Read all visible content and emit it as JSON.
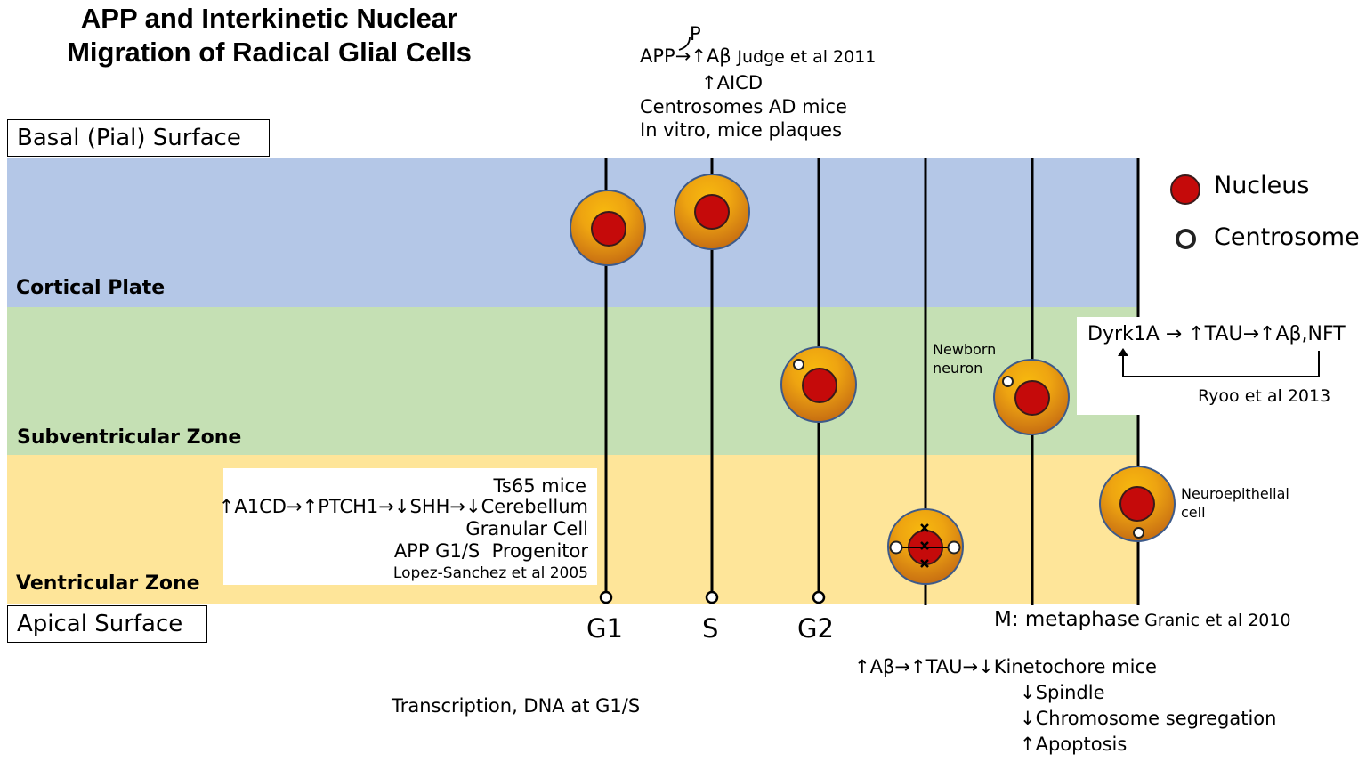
{
  "title_line1": "APP and Interkinetic Nuclear",
  "title_line2": "Migration of Radical Glial Cells",
  "basal_surface": "Basal (Pial) Surface",
  "apical_surface": "Apical Surface",
  "zones": {
    "cortical_plate": "Cortical Plate",
    "subventricular": "Subventricular Zone",
    "ventricular": "Ventricular Zone"
  },
  "colors": {
    "cortical_plate": "#b4c7e7",
    "subventricular": "#c5e0b4",
    "ventricular": "#fee599",
    "nucleus": "#c50a0a",
    "cell_outer": "#f0a010"
  },
  "phases": {
    "g1": "G1",
    "s": "S",
    "g2": "G2",
    "m": "M: metaphase",
    "m_ref": "Granic et al 2010"
  },
  "legend": {
    "nucleus": "Nucleus",
    "centrosome": "Centrosome"
  },
  "top_note": {
    "p": "P",
    "app": "APP",
    "abeta": "Aβ",
    "ref": "Judge et al 2011",
    "aicd": "AICD",
    "line3": "Centrosomes AD mice",
    "line4": "In vitro, mice plaques"
  },
  "dyrk_box": {
    "dyrk": "Dyrk1A",
    "tau": "TAU",
    "end": "Aβ,NFT",
    "ref": "Ryoo et al 2013"
  },
  "ts65_box": {
    "line1": "Ts65 mice",
    "a1cd": "A1CD",
    "ptch": "PTCH1",
    "shh": "SHH",
    "cereb": "Cerebellum",
    "line3": "Granular Cell",
    "line4": "APP G1/S  Progenitor",
    "ref": "Lopez-Sanchez et al 2005"
  },
  "newborn_label": "Newborn\nneuron",
  "neuroepithelial_label": "Neuroepithelial\ncell",
  "transcription": "Transcription, DNA at G1/S",
  "bottom_note": {
    "abeta": "Aβ",
    "tau": "TAU",
    "kin": "Kinetochore mice",
    "spindle": "Spindle",
    "chrom": "Chromosome segregation",
    "apop": "Apoptosis"
  }
}
